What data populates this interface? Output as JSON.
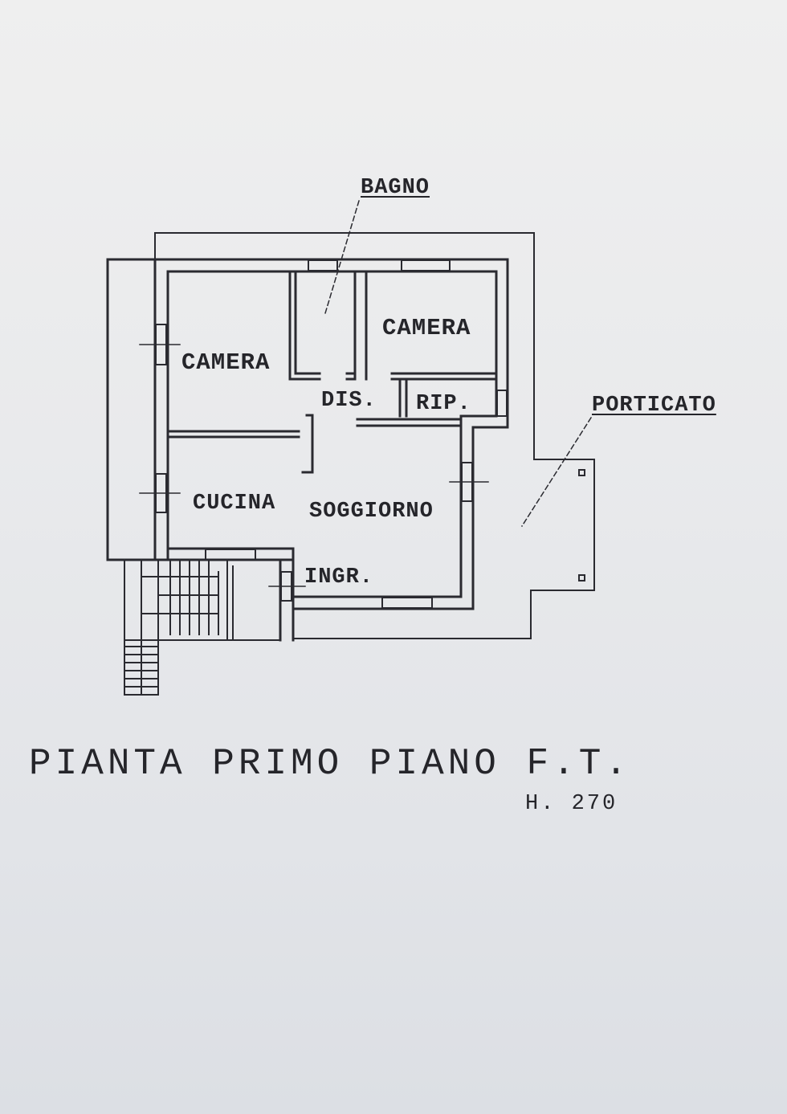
{
  "labels": {
    "bagno": "BAGNO",
    "camera_left": "CAMERA",
    "camera_right": "CAMERA",
    "dis": "DIS.",
    "rip": "RIP.",
    "porticato": "PORTICATO",
    "cucina": "CUCINA",
    "soggiorno": "SOGGIORNO",
    "ingr": "INGR."
  },
  "title": "PIANTA PRIMO PIANO F.T.",
  "height_note": "H. 270",
  "colors": {
    "ink": "#25252a",
    "paper": "#ececee"
  }
}
